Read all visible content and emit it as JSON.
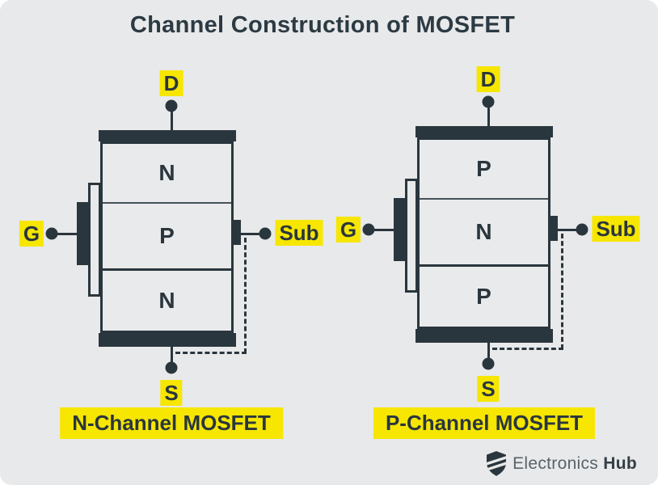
{
  "title": "Channel Construction of MOSFET",
  "diagrams": [
    {
      "id": "n-channel",
      "caption": "N-Channel MOSFET",
      "terminals": {
        "drain": "D",
        "gate": "G",
        "source": "S",
        "substrate": "Sub"
      },
      "layers": [
        "N",
        "P",
        "N"
      ]
    },
    {
      "id": "p-channel",
      "caption": "P-Channel MOSFET",
      "terminals": {
        "drain": "D",
        "gate": "G",
        "source": "S",
        "substrate": "Sub"
      },
      "layers": [
        "P",
        "N",
        "P"
      ]
    }
  ],
  "footer": {
    "brand_regular": "Electronics",
    "brand_bold": "Hub",
    "logo_icon": "shield-bolt-icon"
  },
  "colors": {
    "background": "#e8e9ea",
    "ink": "#2a363e",
    "highlight": "#f6e600",
    "brand_text": "#59636a"
  }
}
